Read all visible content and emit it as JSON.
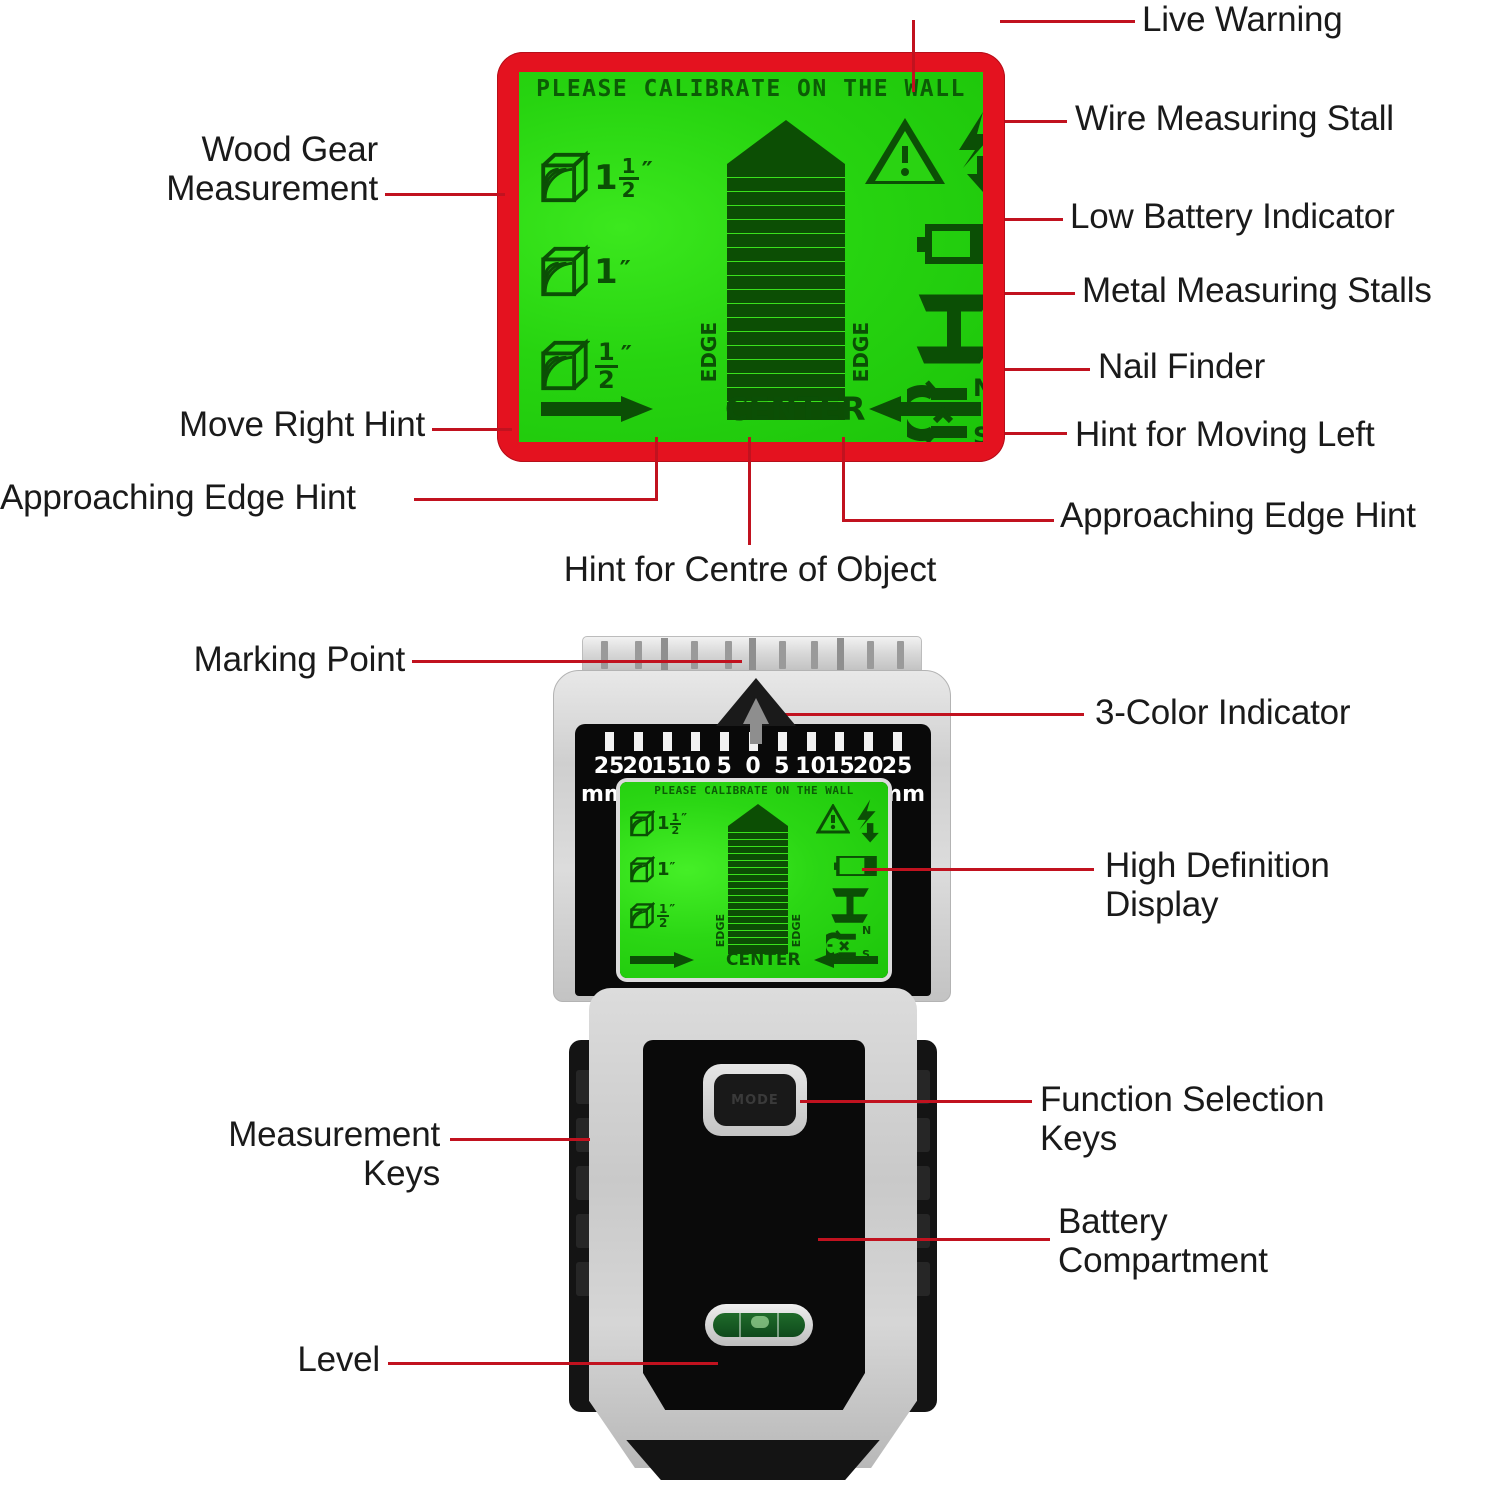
{
  "callouts": {
    "lcd": [
      {
        "id": "live-warning",
        "label": "Live Warning"
      },
      {
        "id": "wire-measuring-stall",
        "label": "Wire Measuring Stall"
      },
      {
        "id": "low-battery",
        "label": "Low Battery Indicator"
      },
      {
        "id": "metal-measuring",
        "label": "Metal Measuring Stalls"
      },
      {
        "id": "nail-finder",
        "label": "Nail Finder"
      },
      {
        "id": "hint-moving-left",
        "label": "Hint for Moving Left"
      },
      {
        "id": "approach-edge-right",
        "label": "Approaching Edge Hint"
      },
      {
        "id": "wood-gear",
        "label": "Wood Gear\nMeasurement"
      },
      {
        "id": "move-right-hint",
        "label": "Move Right Hint"
      },
      {
        "id": "approach-edge-left",
        "label": "Approaching Edge Hint"
      },
      {
        "id": "hint-centre",
        "label": "Hint for Centre of Object"
      }
    ],
    "device": [
      {
        "id": "marking-point",
        "label": "Marking Point"
      },
      {
        "id": "measurement-keys",
        "label": "Measurement\nKeys"
      },
      {
        "id": "level",
        "label": "Level"
      },
      {
        "id": "three-color",
        "label": "3-Color Indicator"
      },
      {
        "id": "hd-display",
        "label": "High Definition\nDisplay"
      },
      {
        "id": "function-keys",
        "label": "Function Selection\nKeys"
      },
      {
        "id": "battery-comp",
        "label": "Battery\nCompartment"
      }
    ]
  },
  "lcd_screen": {
    "header_text": "PLEASE CALIBRATE ON THE WALL",
    "wood_stalls": [
      {
        "whole": "1",
        "num": "1",
        "den": "2",
        "inch": "″"
      },
      {
        "whole": "1",
        "num": "",
        "den": "",
        "inch": "″"
      },
      {
        "whole": "",
        "num": "1",
        "den": "2",
        "inch": "″"
      }
    ],
    "edge_left_text": "EDGE",
    "edge_right_text": "EDGE",
    "center_text": "CENTER",
    "magnet_north": "N",
    "magnet_south": "S",
    "bar_segments": 17,
    "icons": {
      "warning": "warning-triangle-icon",
      "live": "lightning-bolt-icon",
      "battery": "low-battery-icon",
      "metal": "i-beam-icon",
      "nail": "magnet-icon",
      "wood": "wood-block-icon",
      "arrow_right": "arrow-right-icon",
      "arrow_left": "arrow-left-icon"
    }
  },
  "device": {
    "scale_ticks": [
      "25",
      "20",
      "15",
      "10",
      "5",
      "0",
      "5",
      "10",
      "15",
      "20",
      "25"
    ],
    "unit_left": "mm",
    "unit_right": "mm",
    "mode_button_label": "MODE"
  },
  "colors": {
    "callout_line": "#c1121f",
    "lcd_bezel_red": "#e4121f",
    "lcd_green": "#27d410",
    "lcd_dark": "#0b4f05",
    "body_silver": "#cfcfcf",
    "body_black": "#0a0a0a"
  }
}
